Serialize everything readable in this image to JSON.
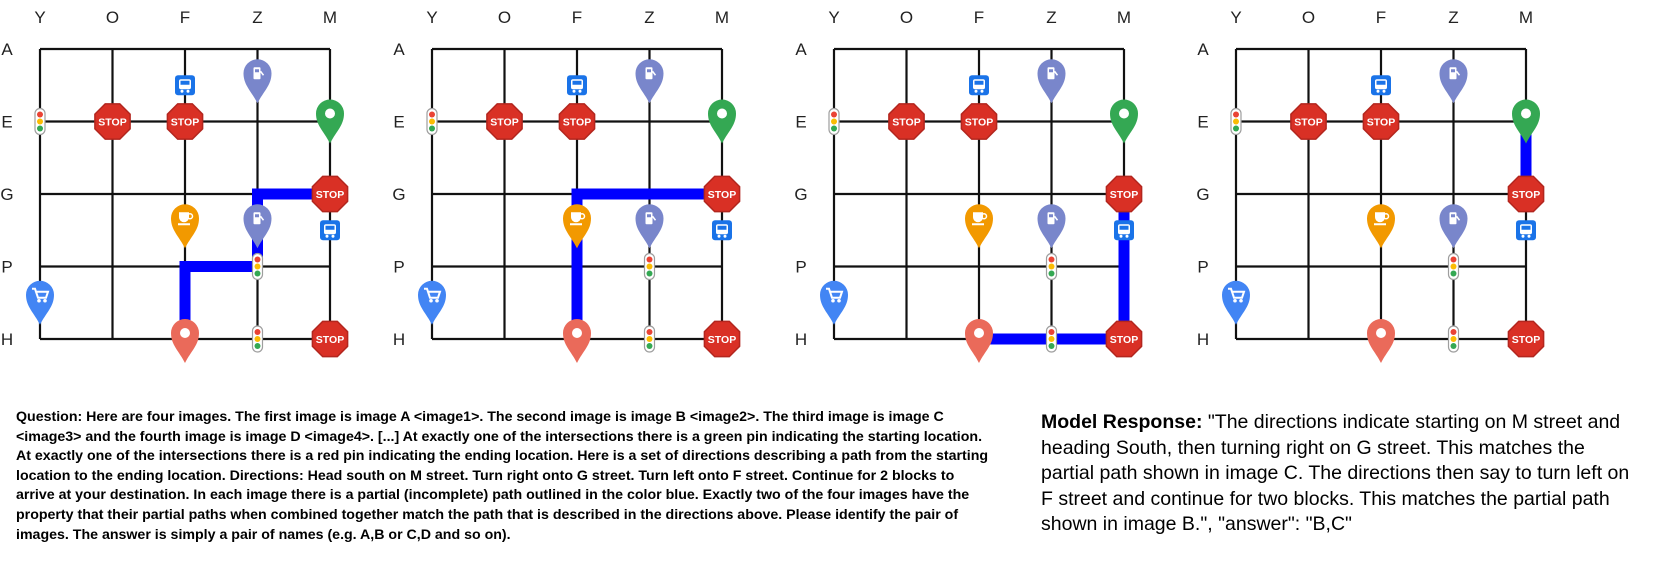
{
  "grid": {
    "columns": [
      "Y",
      "O",
      "F",
      "Z",
      "M"
    ],
    "rows": [
      "A",
      "E",
      "G",
      "P",
      "H"
    ]
  },
  "markers": [
    {
      "type": "bus-stop",
      "icon": "bus-icon",
      "col": 2,
      "row": 0.5,
      "color": "#1a73e8"
    },
    {
      "type": "gas-station",
      "icon": "fuel-pin-icon",
      "col": 3,
      "row": 0.5,
      "color": "#7986cb"
    },
    {
      "type": "traffic-light",
      "icon": "traffic-light-icon",
      "col": 0,
      "row": 1
    },
    {
      "type": "stop-sign",
      "icon": "stop-sign-icon",
      "col": 1,
      "row": 1,
      "label": "STOP"
    },
    {
      "type": "stop-sign",
      "icon": "stop-sign-icon",
      "col": 2,
      "row": 1,
      "label": "STOP"
    },
    {
      "type": "start-pin",
      "icon": "green-pin-icon",
      "col": 4,
      "row": 1,
      "color": "#34a853"
    },
    {
      "type": "stop-sign",
      "icon": "stop-sign-icon",
      "col": 4,
      "row": 2,
      "label": "STOP"
    },
    {
      "type": "bus-stop",
      "icon": "bus-icon",
      "col": 4,
      "row": 2.5,
      "color": "#1a73e8"
    },
    {
      "type": "cafe",
      "icon": "coffee-pin-icon",
      "col": 2,
      "row": 2.5,
      "color": "#f29900"
    },
    {
      "type": "gas-station",
      "icon": "fuel-pin-icon",
      "col": 3,
      "row": 2.5,
      "color": "#7986cb"
    },
    {
      "type": "traffic-light",
      "icon": "traffic-light-icon",
      "col": 3,
      "row": 3
    },
    {
      "type": "shopping",
      "icon": "cart-pin-icon",
      "col": 0,
      "row": 3.5,
      "color": "#4285f4"
    },
    {
      "type": "end-pin",
      "icon": "red-pin-icon",
      "col": 2,
      "row": 4,
      "color": "#ea6a5a"
    },
    {
      "type": "traffic-light",
      "icon": "traffic-light-icon",
      "col": 3,
      "row": 4
    },
    {
      "type": "stop-sign",
      "icon": "stop-sign-icon",
      "col": 4,
      "row": 4,
      "label": "STOP"
    }
  ],
  "path_color": "#0000ff",
  "images": [
    {
      "name": "A",
      "path": [
        [
          2,
          4
        ],
        [
          2,
          3
        ],
        [
          3,
          3
        ],
        [
          3,
          2
        ],
        [
          4,
          2
        ]
      ]
    },
    {
      "name": "B",
      "path": [
        [
          2,
          4
        ],
        [
          2,
          2
        ],
        [
          4,
          2
        ]
      ]
    },
    {
      "name": "C",
      "path": [
        [
          2,
          4
        ],
        [
          4,
          4
        ],
        [
          4,
          2
        ]
      ]
    },
    {
      "name": "D",
      "path": [
        [
          4,
          1
        ],
        [
          4,
          2
        ]
      ]
    }
  ],
  "question": "Question: Here are four images. The first image is image A <image1>. The second image is image B <image2>. The third image is image C <image3> and the fourth image is image D <image4>. [...] At exactly one of the intersections there is a green pin indicating the starting location. At exactly one of the intersections there is a red pin indicating the ending location. Here is a set of directions describing a path from the starting location to the ending location. Directions: Head south on M street. Turn right onto G street. Turn left onto F street. Continue for 2 blocks to arrive at your destination. In each image there is a partial (incomplete) path outlined in the color blue. Exactly two of the four images have the property that their partial paths when combined together match the path that is described in the directions above. Please identify the pair of images. The answer is simply a pair of names (e.g. A,B or C,D and so on).",
  "response": {
    "label": "Model Response:",
    "text": " \"The directions indicate starting on M street and heading South, then turning right on G street. This matches the partial path shown in image C.  The directions then say to turn left on F street and continue for two blocks. This matches the partial path shown in image B.\", \"answer\": \"B,C\""
  }
}
